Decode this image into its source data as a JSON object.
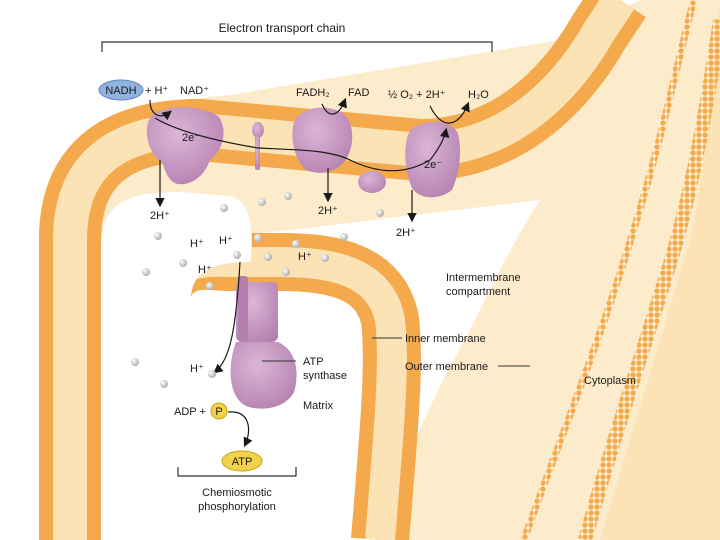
{
  "header": {
    "title": "Electron transport chain"
  },
  "reactions": {
    "nadh": "NADH",
    "nadh_plus": "+ H⁺",
    "nad": "NAD⁺",
    "fadh2": "FADH₂",
    "fad": "FAD",
    "oxygen": "½ O₂ + 2H⁺",
    "water": "H₂O",
    "electrons_1": "2e⁻",
    "electrons_2": "2e⁻",
    "proton_pair_1": "2H⁺",
    "proton_pair_2": "2H⁺",
    "proton_pair_3": "2H⁺",
    "proton_1": "H⁺",
    "proton_2": "H⁺",
    "proton_3": "H⁺",
    "proton_4": "H⁺",
    "proton_matrix": "H⁺"
  },
  "labels": {
    "intermembrane_line1": "Intermembrane",
    "intermembrane_line2": "compartment",
    "inner_membrane": "Inner membrane",
    "outer_membrane": "Outer membrane",
    "cytoplasm": "Cytoplasm",
    "atp_synthase_line1": "ATP",
    "atp_synthase_line2": "synthase",
    "matrix": "Matrix",
    "adp": "ADP +",
    "phosphate": "P",
    "atp": "ATP",
    "chemiosmotic_line1": "Chemiosmotic",
    "chemiosmotic_line2": "phosphorylation"
  },
  "colors": {
    "membrane_head": "#f4a94c",
    "membrane_tail": "#fbe3b5",
    "intermembrane_fill": "#fdeccc",
    "protein": "#c596bf",
    "nadh_badge": "#8fb3de",
    "atp_badge": "#f2d24a",
    "ion": "#d9d9d9"
  }
}
